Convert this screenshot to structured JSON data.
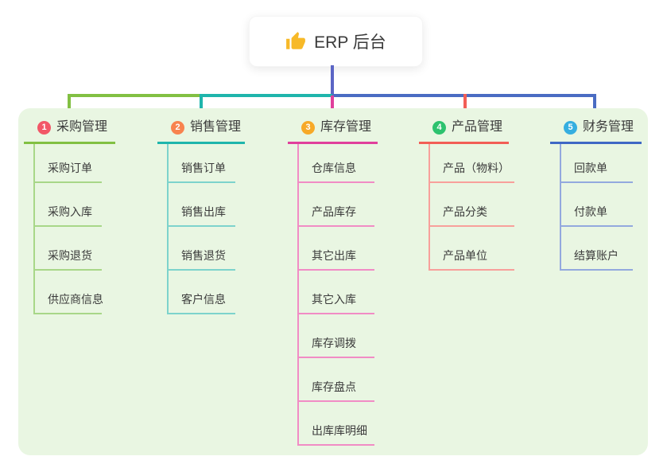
{
  "root": {
    "label": "ERP 后台",
    "icon": "thumbs-up-icon",
    "icon_color": "#f7b928"
  },
  "canvas": {
    "background": "#ffffff",
    "panel_background": "#e9f6e2",
    "text_color": "#3b3b3b"
  },
  "connectors": {
    "stem_color": "#5b65c5",
    "right_bar_color": "#4a6cc3"
  },
  "branches": [
    {
      "badge": "1",
      "label": "采购管理",
      "badge_color": "#f25767",
      "line_color": "#82c043",
      "child_line_color": "#a8d788",
      "children": [
        "采购订单",
        "采购入库",
        "采购退货",
        "供应商信息"
      ]
    },
    {
      "badge": "2",
      "label": "销售管理",
      "badge_color": "#f8834f",
      "line_color": "#1fb5ac",
      "child_line_color": "#7dd3cc",
      "children": [
        "销售订单",
        "销售出库",
        "销售退货",
        "客户信息"
      ]
    },
    {
      "badge": "3",
      "label": "库存管理",
      "badge_color": "#f7a928",
      "line_color": "#e0409c",
      "child_line_color": "#f18cc5",
      "children": [
        "仓库信息",
        "产品库存",
        "其它出库",
        "其它入库",
        "库存调拨",
        "库存盘点",
        "出库库明细"
      ]
    },
    {
      "badge": "4",
      "label": "产品管理",
      "badge_color": "#2dc26e",
      "line_color": "#f25e56",
      "child_line_color": "#f8a09b",
      "children": [
        "产品（物料）",
        "产品分类",
        "产品单位"
      ]
    },
    {
      "badge": "5",
      "label": "财务管理",
      "badge_color": "#35aee0",
      "line_color": "#3f68c5",
      "child_line_color": "#93a9de",
      "children": [
        "回款单",
        "付款单",
        "结算账户"
      ]
    }
  ]
}
